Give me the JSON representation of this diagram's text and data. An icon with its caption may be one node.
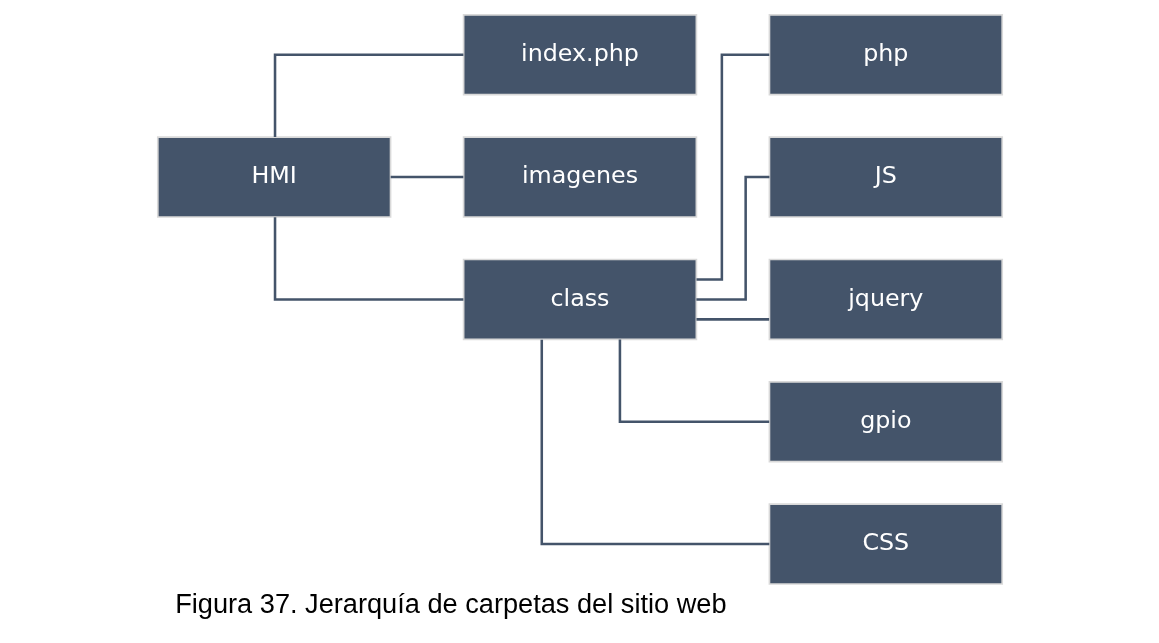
{
  "diagram": {
    "caption": "Figura 37. Jerarquía de carpetas del sitio web",
    "nodes": [
      {
        "text": [
          "HMI"
        ]
      },
      {
        "text": [
          "index.php"
        ]
      },
      {
        "text": [
          "imagenes"
        ]
      },
      {
        "text": [
          "class"
        ]
      },
      {
        "text": [
          "php"
        ]
      },
      {
        "text": [
          "JS"
        ]
      },
      {
        "text": [
          "jquery"
        ]
      },
      {
        "text": [
          "gpio"
        ]
      },
      {
        "text": [
          "CSS"
        ]
      }
    ],
    "edges": [
      {
        "from": 0,
        "to": 1,
        "arrow": "none"
      },
      {
        "from": 0,
        "to": 2,
        "arrow": "none"
      },
      {
        "from": 0,
        "to": 3,
        "arrow": "none"
      },
      {
        "from": 3,
        "to": 4,
        "arrow": "none"
      },
      {
        "from": 3,
        "to": 5,
        "arrow": "none"
      },
      {
        "from": 3,
        "to": 6,
        "arrow": "none"
      },
      {
        "from": 3,
        "to": 7,
        "arrow": "none"
      },
      {
        "from": 3,
        "to": 8,
        "arrow": "none"
      }
    ]
  }
}
